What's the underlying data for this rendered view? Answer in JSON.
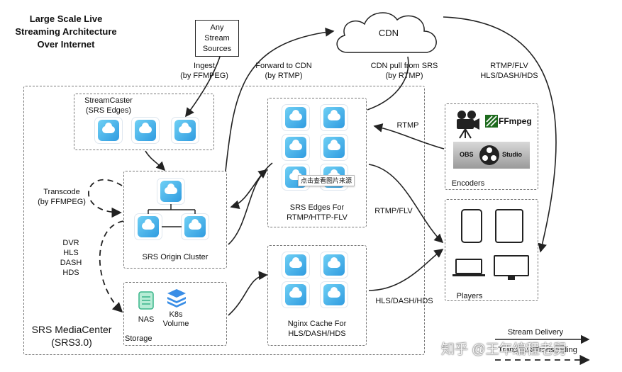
{
  "title": {
    "line1": "Large Scale Live",
    "line2": "Streaming Architecture",
    "line3": "Over Internet"
  },
  "any_sources": [
    "Any",
    "Stream",
    "Sources"
  ],
  "cdn_label": "CDN",
  "ingest": [
    "Ingest",
    "(by FFMPEG)"
  ],
  "forward_cdn": [
    "Forward to CDN",
    "(by RTMP)"
  ],
  "cdn_pull": [
    "CDN pull from SRS",
    "(by RTMP)"
  ],
  "cdn_to_players": [
    "RTMP/FLV",
    "HLS/DASH/HDS"
  ],
  "streamcaster": [
    "StreamCaster",
    "(SRS Edges)"
  ],
  "transcode": [
    "Transcode",
    "(by FFMPEG)"
  ],
  "dvr": [
    "DVR",
    "HLS",
    "DASH",
    "HDS"
  ],
  "origin_cluster": "SRS Origin Cluster",
  "edges": [
    "SRS Edges For",
    "RTMP/HTTP-FLV"
  ],
  "overlay_label": "点击查看图片来源",
  "nginx": [
    "Nginx Cache For",
    "HLS/DASH/HDS"
  ],
  "storage": {
    "label": "Storage",
    "nas": "NAS",
    "k8s": [
      "K8s",
      "Volume"
    ]
  },
  "mediacenter": [
    "SRS MediaCenter",
    "(SRS3.0)"
  ],
  "encoders": {
    "label": "Encoders",
    "ffmpeg": "FFmpeg",
    "obs_left": "OBS",
    "obs_right": "Studio"
  },
  "rtmp_in": "RTMP",
  "rtmp_flv": "RTMP/FLV",
  "hls_out": "HLS/DASH/HDS",
  "players": "Players",
  "legend": {
    "stream": "Stream Delivery",
    "trans": "Transmux/Transcoding"
  },
  "watermark": "知乎 @王年编程老舅",
  "colors": {
    "accent": "#2f9be0",
    "dash": "#777777"
  }
}
